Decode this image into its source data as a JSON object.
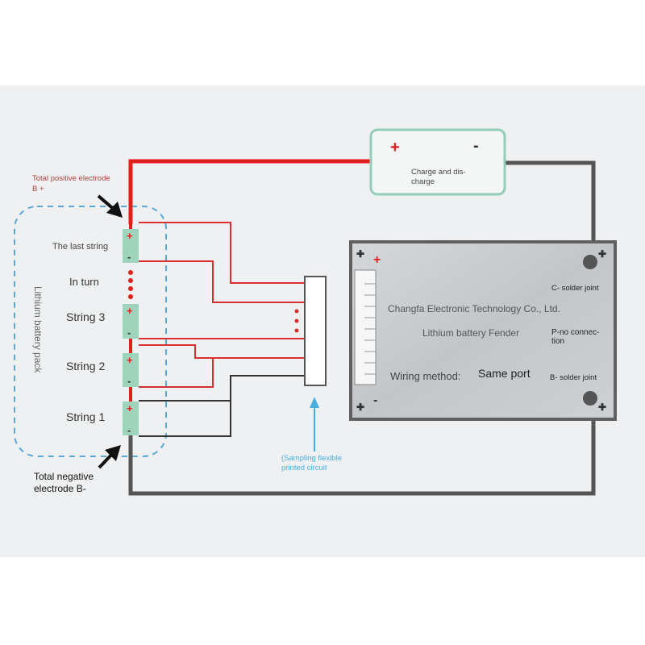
{
  "labels": {
    "total_positive": "Total positive electrode",
    "b_plus": "B +",
    "total_negative_1": "Total negative",
    "total_negative_2": "electrode B-",
    "pack_label": "Lithium battery pack",
    "the_last_string": "The last string",
    "in_turn": "In turn",
    "string_3": "String 3",
    "string_2": "String 2",
    "string_1": "String 1",
    "plus": "+",
    "minus": "-",
    "charge_1": "Charge and dis-",
    "charge_2": "charge",
    "company": "Changfa Electronic Technology Co., Ltd.",
    "product": "Lithium battery Fender",
    "wiring_method": "Wiring method:",
    "same_port": "Same port",
    "c_solder": "C- solder joint",
    "p_no_1": "P-no connec-",
    "p_no_2": "tion",
    "b_solder": "B- solder joint",
    "sampling_1": "(Sampling flexible",
    "sampling_2": "printed circuit"
  },
  "colors": {
    "positive_wire": "#e0201c",
    "negative_wire": "#555555",
    "sense_wire_red": "#d83030",
    "sense_wire_black": "#333333",
    "cell": "#9fd4bc",
    "charger_border": "#93cdb8",
    "board_border": "#606060",
    "pack_border": "#5aa8d8",
    "arrow_blue": "#4aaee0",
    "label_red": "#b04040"
  }
}
